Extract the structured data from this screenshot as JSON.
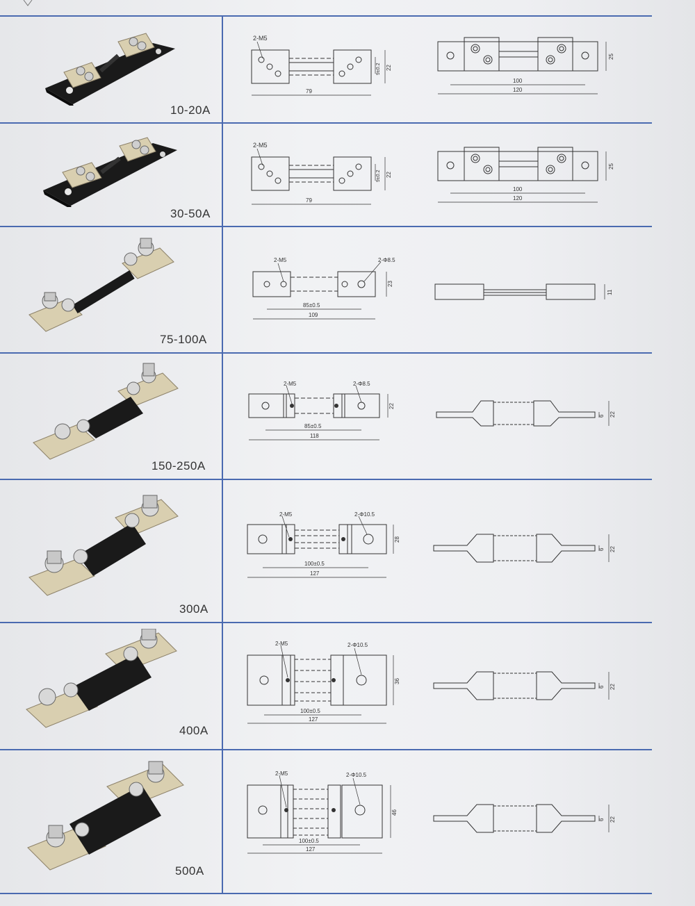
{
  "rows": [
    {
      "rating": "10-20A",
      "thread": "2-M5",
      "dim_a": "9±0.2",
      "dim_h": "22",
      "length": "79",
      "top_inner": "100",
      "top_outer": "120",
      "top_h": "25"
    },
    {
      "rating": "30-50A",
      "thread": "2-M5",
      "dim_a": "9±0.2",
      "dim_h": "22",
      "length": "79",
      "top_inner": "100",
      "top_outer": "120",
      "top_h": "25"
    },
    {
      "rating": "75-100A",
      "thread": "2-M5",
      "hole": "2-Φ8.5",
      "dim_h": "23",
      "inner": "85±0.5",
      "length": "109",
      "side_h": "11"
    },
    {
      "rating": "150-250A",
      "thread": "2-M5",
      "hole": "2-Φ8.5",
      "dim_h": "22",
      "inner": "85±0.5",
      "length": "118",
      "side_t": "6",
      "side_h": "22"
    },
    {
      "rating": "300A",
      "thread": "2-M5",
      "hole": "2-Φ10.5",
      "dim_h": "28",
      "inner": "100±0.5",
      "length": "127",
      "side_t": "6",
      "side_h": "22"
    },
    {
      "rating": "400A",
      "thread": "2-M5",
      "hole": "2-Φ10.5",
      "dim_h": "36",
      "inner": "100±0.5",
      "length": "127",
      "side_t": "6",
      "side_h": "22"
    },
    {
      "rating": "500A",
      "thread": "2-M5",
      "hole": "2-Φ10.5",
      "dim_h": "46",
      "inner": "100±0.5",
      "length": "127",
      "side_t": "6",
      "side_h": "22"
    }
  ]
}
